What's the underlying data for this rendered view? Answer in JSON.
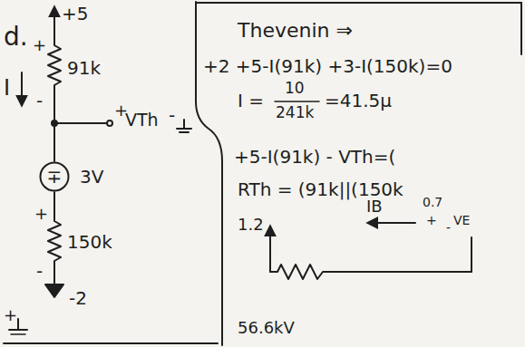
{
  "diagram": {
    "nodes": [
      {
        "text": [
          "∓"
        ]
      }
    ],
    "labels": [
      "d.",
      "+5",
      "I",
      "+",
      "91k",
      "-",
      "+",
      "VTh",
      "-",
      "3V",
      "+",
      "150k",
      "-",
      "-2",
      "+",
      "Thevenin ⇒",
      "+2 +5-I(91k) +3-I(150k)=0",
      "I =",
      "10",
      "241k",
      "=41.5μ",
      "+5-I(91k) - VTh=(",
      "RTh = (91k||(150k",
      "1.2",
      "IB",
      "0.7",
      "+",
      "-",
      "VE",
      "56.6kV"
    ]
  }
}
